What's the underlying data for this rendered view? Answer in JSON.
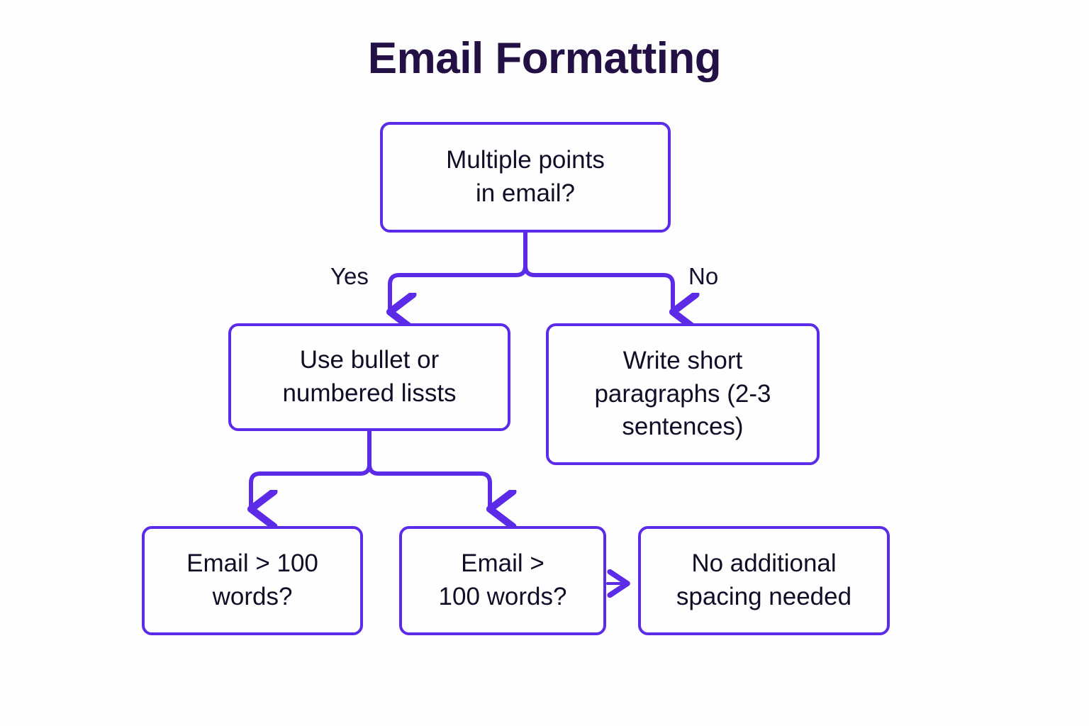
{
  "page": {
    "title": "Email Formatting",
    "background_color": "#fdfdfd",
    "accent_color": "#5b2be8",
    "title_color": "#231145",
    "node_text_color": "#120d26"
  },
  "diagram": {
    "type": "flowchart",
    "nodes": [
      {
        "id": "root",
        "label": "Multiple points\nin email?"
      },
      {
        "id": "bullet",
        "label": "Use bullet or\nnumbered lissts"
      },
      {
        "id": "short",
        "label": "Write short\nparagraphs (2-3\nsentences)"
      },
      {
        "id": "left100",
        "label": "Email > 100\nwords?"
      },
      {
        "id": "mid100",
        "label": "Email >\n100 words?"
      },
      {
        "id": "nospace",
        "label": "No additional\nspacing needed"
      }
    ],
    "edge_labels": {
      "yes": "Yes",
      "no": "No"
    },
    "edges": [
      {
        "from": "root",
        "to": "bullet",
        "label": "Yes"
      },
      {
        "from": "root",
        "to": "short",
        "label": "No"
      },
      {
        "from": "bullet",
        "to": "left100",
        "label": ""
      },
      {
        "from": "bullet",
        "to": "mid100",
        "label": ""
      },
      {
        "from": "mid100",
        "to": "nospace",
        "label": ""
      }
    ]
  }
}
